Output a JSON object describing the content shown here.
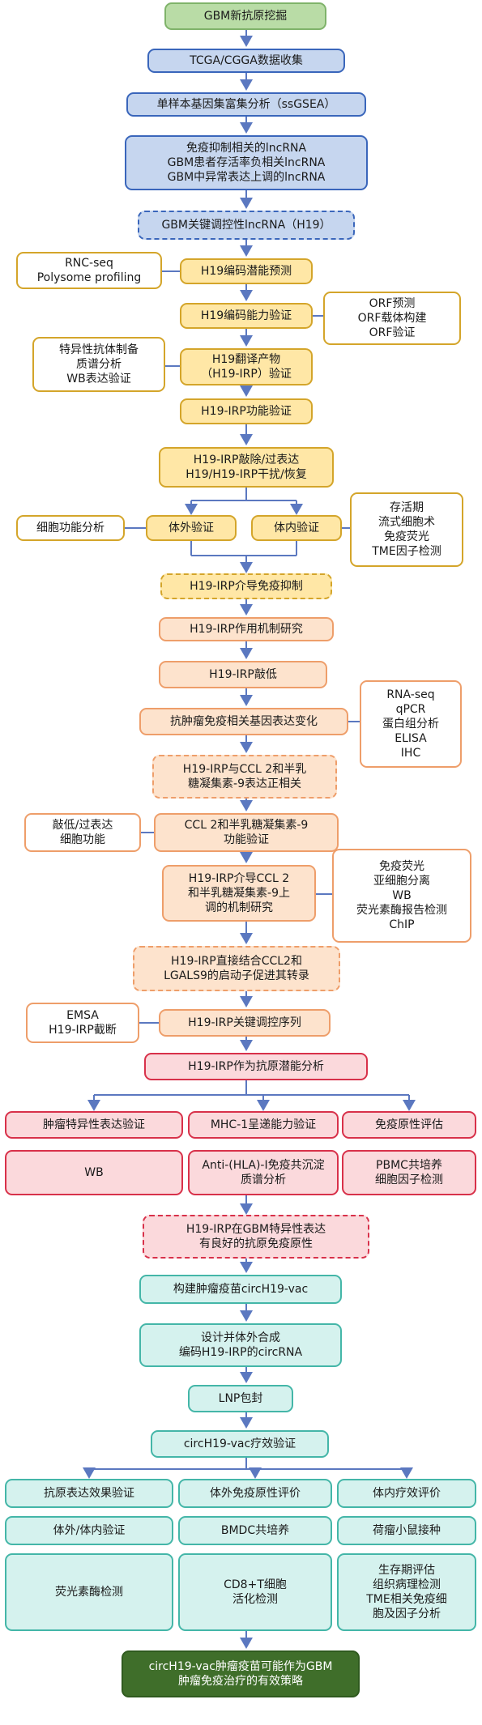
{
  "nodes": {
    "n1": "GBM新抗原挖掘",
    "n2": "TCGA/CGGA数据收集",
    "n3": "单样本基因集富集分析（ssGSEA）",
    "n4": "免疫抑制相关的lncRNA\nGBM患者存活率负相关lncRNA\nGBM中异常表达上调的lncRNA",
    "n5": "GBM关键调控性lncRNA（H19）",
    "n6": "RNC-seq\nPolysome profiling",
    "n7": "H19编码潜能预测",
    "n8": "H19编码能力验证",
    "n9": "ORF预测\nORF载体构建\nORF验证",
    "n10": "特异性抗体制备\n质谱分析\nWB表达验证",
    "n11": "H19翻译产物\n（H19-IRP）验证",
    "n12": "H19-IRP功能验证",
    "n13": "H19-IRP敲除/过表达\nH19/H19-IRP干扰/恢复",
    "n14": "细胞功能分析",
    "n15": "体外验证",
    "n16": "体内验证",
    "n17": "存活期\n流式细胞术\n免疫荧光\nTME因子检测",
    "n18": "H19-IRP介导免疫抑制",
    "n19": "H19-IRP作用机制研究",
    "n20": "H19-IRP敲低",
    "n21": "抗肿瘤免疫相关基因表达变化",
    "n22": "RNA-seq\nqPCR\n蛋白组分析\nELISA\nIHC",
    "n23": "H19-IRP与CCL 2和半乳\n糖凝集素-9表达正相关",
    "n24": "敲低/过表达\n细胞功能",
    "n25": "CCL 2和半乳糖凝集素-9\n功能验证",
    "n26": "H19-IRP介导CCL 2\n和半乳糖凝集素-9上\n调的机制研究",
    "n27": "免疫荧光\n亚细胞分离\nWB\n荧光素酶报告检测\nChIP",
    "n28": "H19-IRP直接结合CCL2和\nLGALS9的启动子促进其转录",
    "n29": "EMSA\nH19-IRP截断",
    "n30": "H19-IRP关键调控序列",
    "n31": "H19-IRP作为抗原潜能分析",
    "n32": "肿瘤特异性表达验证",
    "n33": "MHC-1呈递能力验证",
    "n34": "免疫原性评估",
    "n35": "WB",
    "n36": "Anti-(HLA)-I免疫共沉淀\n质谱分析",
    "n37": "PBMC共培养\n细胞因子检测",
    "n38": "H19-IRP在GBM特异性表达\n有良好的抗原免疫原性",
    "n39": "构建肿瘤疫苗circH19-vac",
    "n40": "设计并体外合成\n编码H19-IRP的circRNA",
    "n41": "LNP包封",
    "n42": "circH19-vac疗效验证",
    "n43": "抗原表达效果验证",
    "n44": "体外免疫原性评价",
    "n45": "体内疗效评价",
    "n46": "体外/体内验证",
    "n47": "BMDC共培养",
    "n48": "荷瘤小鼠接种",
    "n49": "荧光素酶检测",
    "n50": "CD8+T细胞\n活化检测",
    "n51": "生存期评估\n组织病理检测\nTME相关免疫细\n胞及因子分析",
    "n52": "circH19-vac肿瘤疫苗可能作为GBM\n肿瘤免疫治疗的有效策略"
  },
  "colors": {
    "green": "#b9dca6",
    "dark_green": "#3f6e2a",
    "blue": "#c6d6ef",
    "yellow": "#ffe7a6",
    "orange": "#fde3cd",
    "red": "#fbd9dc",
    "teal": "#d5f2ee",
    "arrow": "#5b78c0"
  }
}
